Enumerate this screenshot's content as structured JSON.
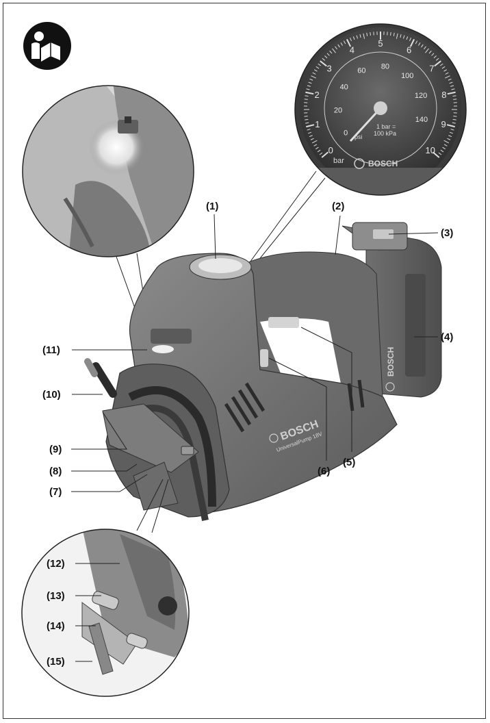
{
  "icon": "read-manual-icon",
  "labels": {
    "l1": "(1)",
    "l2": "(2)",
    "l3": "(3)",
    "l4": "(4)",
    "l5": "(5)",
    "l6": "(6)",
    "l7": "(7)",
    "l8": "(8)",
    "l9": "(9)",
    "l10": "(10)",
    "l11": "(11)",
    "l12": "(12)",
    "l13": "(13)",
    "l14": "(14)",
    "l15": "(15)"
  },
  "gauge": {
    "outer_ticks": [
      "0",
      "1",
      "2",
      "3",
      "4",
      "5",
      "6",
      "7",
      "8",
      "9",
      "10"
    ],
    "inner_ticks": [
      "0",
      "20",
      "40",
      "60",
      "80",
      "100",
      "120",
      "140"
    ],
    "unit_bar": "bar",
    "unit_psi": "psi",
    "conversion": "1 bar =\n100 kPa",
    "brand": "BOSCH"
  },
  "device": {
    "brand": "BOSCH",
    "model": "UniversalPump 18V",
    "battery_brand": "BOSCH"
  },
  "colors": {
    "body": "#6f6f6f",
    "body_dark": "#4a4a4a",
    "line": "#222222"
  }
}
